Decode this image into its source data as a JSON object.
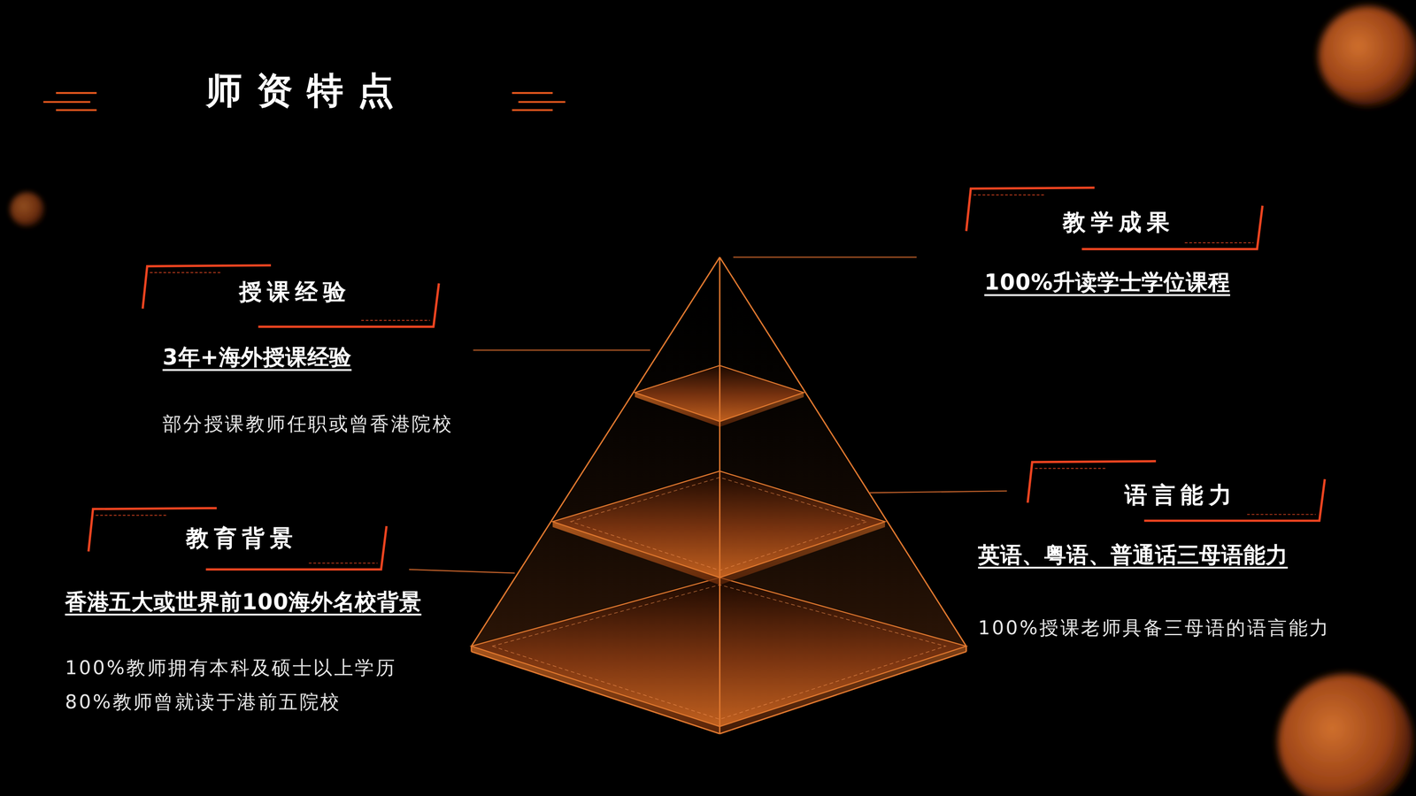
{
  "diagram": {
    "title": "师资特点",
    "nodes": [
      {
        "text": [
          "授课经验",
          "3年+海外授课经验",
          "部分授课教师任职或曾香港院校"
        ]
      },
      {
        "text": [
          "教育背景",
          "香港五大或世界前100海外名校背景",
          "100%教师拥有本科及硕士以上学历",
          "80%教师曾就读于港前五院校"
        ]
      },
      {
        "text": [
          "教学成果",
          "100%升读学士学位课程"
        ]
      },
      {
        "text": [
          "语言能力",
          "英语、粤语、普通话三母语能力",
          "100%授课老师具备三母语的语言能力"
        ]
      }
    ]
  }
}
